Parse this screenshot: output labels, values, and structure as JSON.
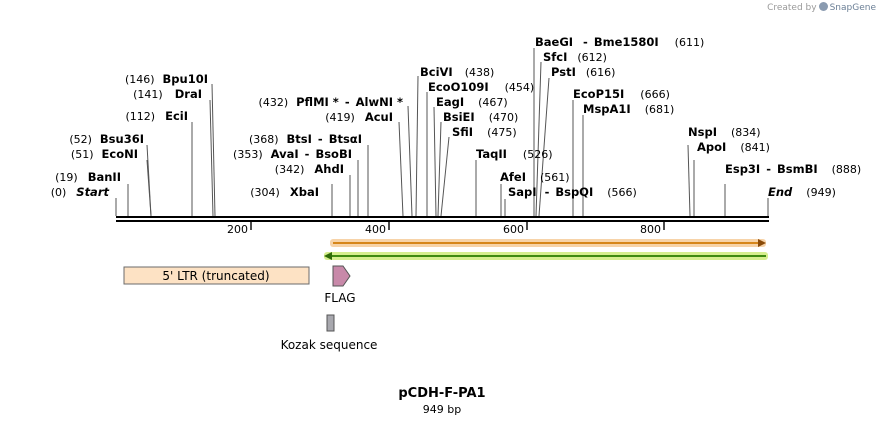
{
  "credit": {
    "prefix": "Created by",
    "brand": "SnapGene"
  },
  "title": "pCDH-F-PA1",
  "length_label": "949 bp",
  "ruler": {
    "ticks": [
      "200",
      "400",
      "600",
      "800"
    ]
  },
  "sites": [
    {
      "pos": "(611)",
      "name": "BaeGI",
      "sep": "-",
      "name2": "Bme1580I"
    },
    {
      "pos": "(612)",
      "name": "SfcI"
    },
    {
      "pos": "(616)",
      "name": "PstI"
    },
    {
      "pos": "(438)",
      "name": "BciVI"
    },
    {
      "pos": "(454)",
      "name": "EcoO109I"
    },
    {
      "pos": "(666)",
      "name": "EcoP15I"
    },
    {
      "pos": "(146)",
      "name": "Bpu10I"
    },
    {
      "pos": "(141)",
      "name": "DraI"
    },
    {
      "pos": "(467)",
      "name": "EagI"
    },
    {
      "pos": "(681)",
      "name": "MspA1I"
    },
    {
      "pos": "(432)",
      "name": "PflMI *",
      "sep": "-",
      "name2": "AlwNI *"
    },
    {
      "pos": "(112)",
      "name": "EciI"
    },
    {
      "pos": "(419)",
      "name": "AcuI"
    },
    {
      "pos": "(470)",
      "name": "BsiEI"
    },
    {
      "pos": "(475)",
      "name": "SfiI"
    },
    {
      "pos": "(834)",
      "name": "NspI"
    },
    {
      "pos": "(52)",
      "name": "Bsu36I"
    },
    {
      "pos": "(368)",
      "name": "BtsI",
      "sep": "-",
      "name2": "BtsαI"
    },
    {
      "pos": "(841)",
      "name": "ApoI"
    },
    {
      "pos": "(51)",
      "name": "EcoNI"
    },
    {
      "pos": "(353)",
      "name": "AvaI",
      "sep": "-",
      "name2": "BsoBI"
    },
    {
      "pos": "(526)",
      "name": "TaqII"
    },
    {
      "pos": "(342)",
      "name": "AhdI"
    },
    {
      "pos": "(888)",
      "name": "Esp3I",
      "sep": "-",
      "name2": "BsmBI"
    },
    {
      "pos": "(19)",
      "name": "BanII"
    },
    {
      "pos": "(561)",
      "name": "AfeI"
    },
    {
      "pos": "(0)",
      "name": "Start"
    },
    {
      "pos": "(304)",
      "name": "XbaI"
    },
    {
      "pos": "(566)",
      "name": "SapI",
      "sep": "-",
      "name2": "BspQI"
    },
    {
      "pos": "(949)",
      "name": "End"
    }
  ],
  "features": {
    "ltr": "5' LTR (truncated)",
    "flag": "FLAG",
    "kozak": "Kozak sequence"
  },
  "colors": {
    "ltr_fill": "#fde2c4",
    "flag_fill": "#c889a9",
    "kozak_fill": "#a8a8ae",
    "orange_arrow": "#e39a1e",
    "orange_halo": "#f7d3a8",
    "green_arrow": "#4c9a12",
    "green_halo": "#d6ee8e"
  }
}
